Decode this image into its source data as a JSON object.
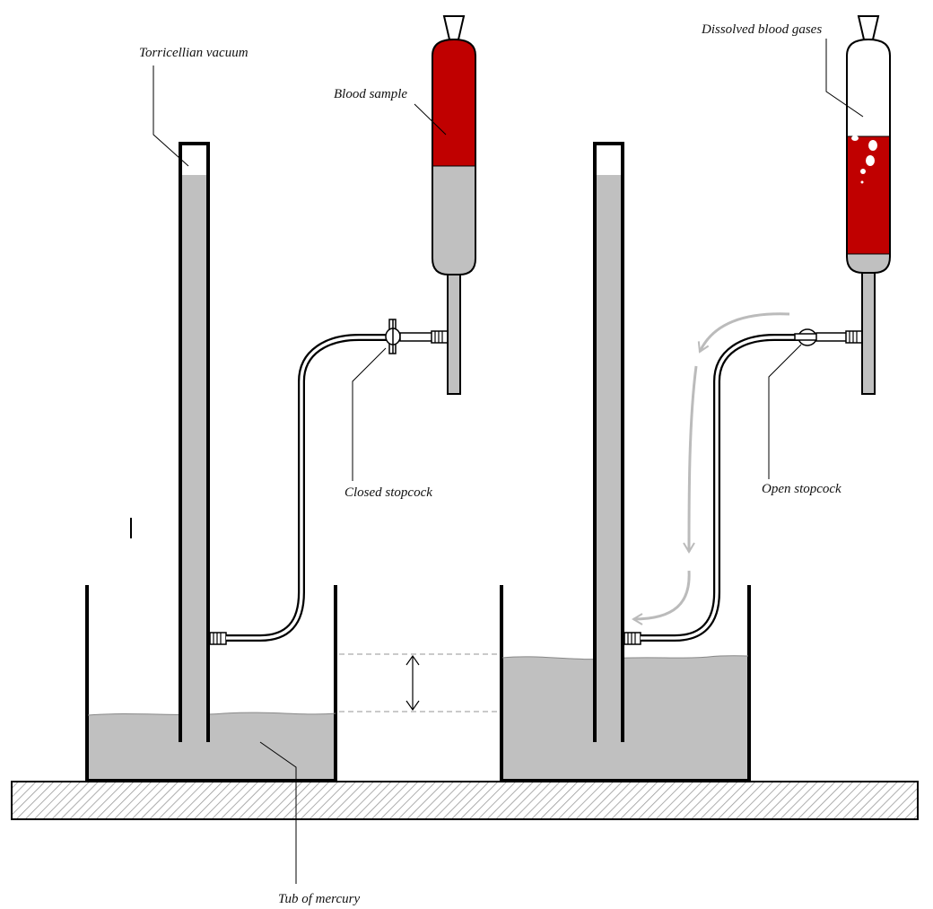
{
  "labels": {
    "torricellian_vacuum": "Torricellian vacuum",
    "blood_sample": "Blood sample",
    "dissolved_blood_gases": "Dissolved blood gases",
    "closed_stopcock": "Closed stopcock",
    "open_stopcock": "Open stopcock",
    "tub_of_mercury": "Tub of mercury"
  },
  "colors": {
    "mercury": "#c0c0c0",
    "blood": "#c00000",
    "outline": "#000000",
    "flow_arrow": "#bbbbbb",
    "reference_line": "#aaaaaa"
  }
}
